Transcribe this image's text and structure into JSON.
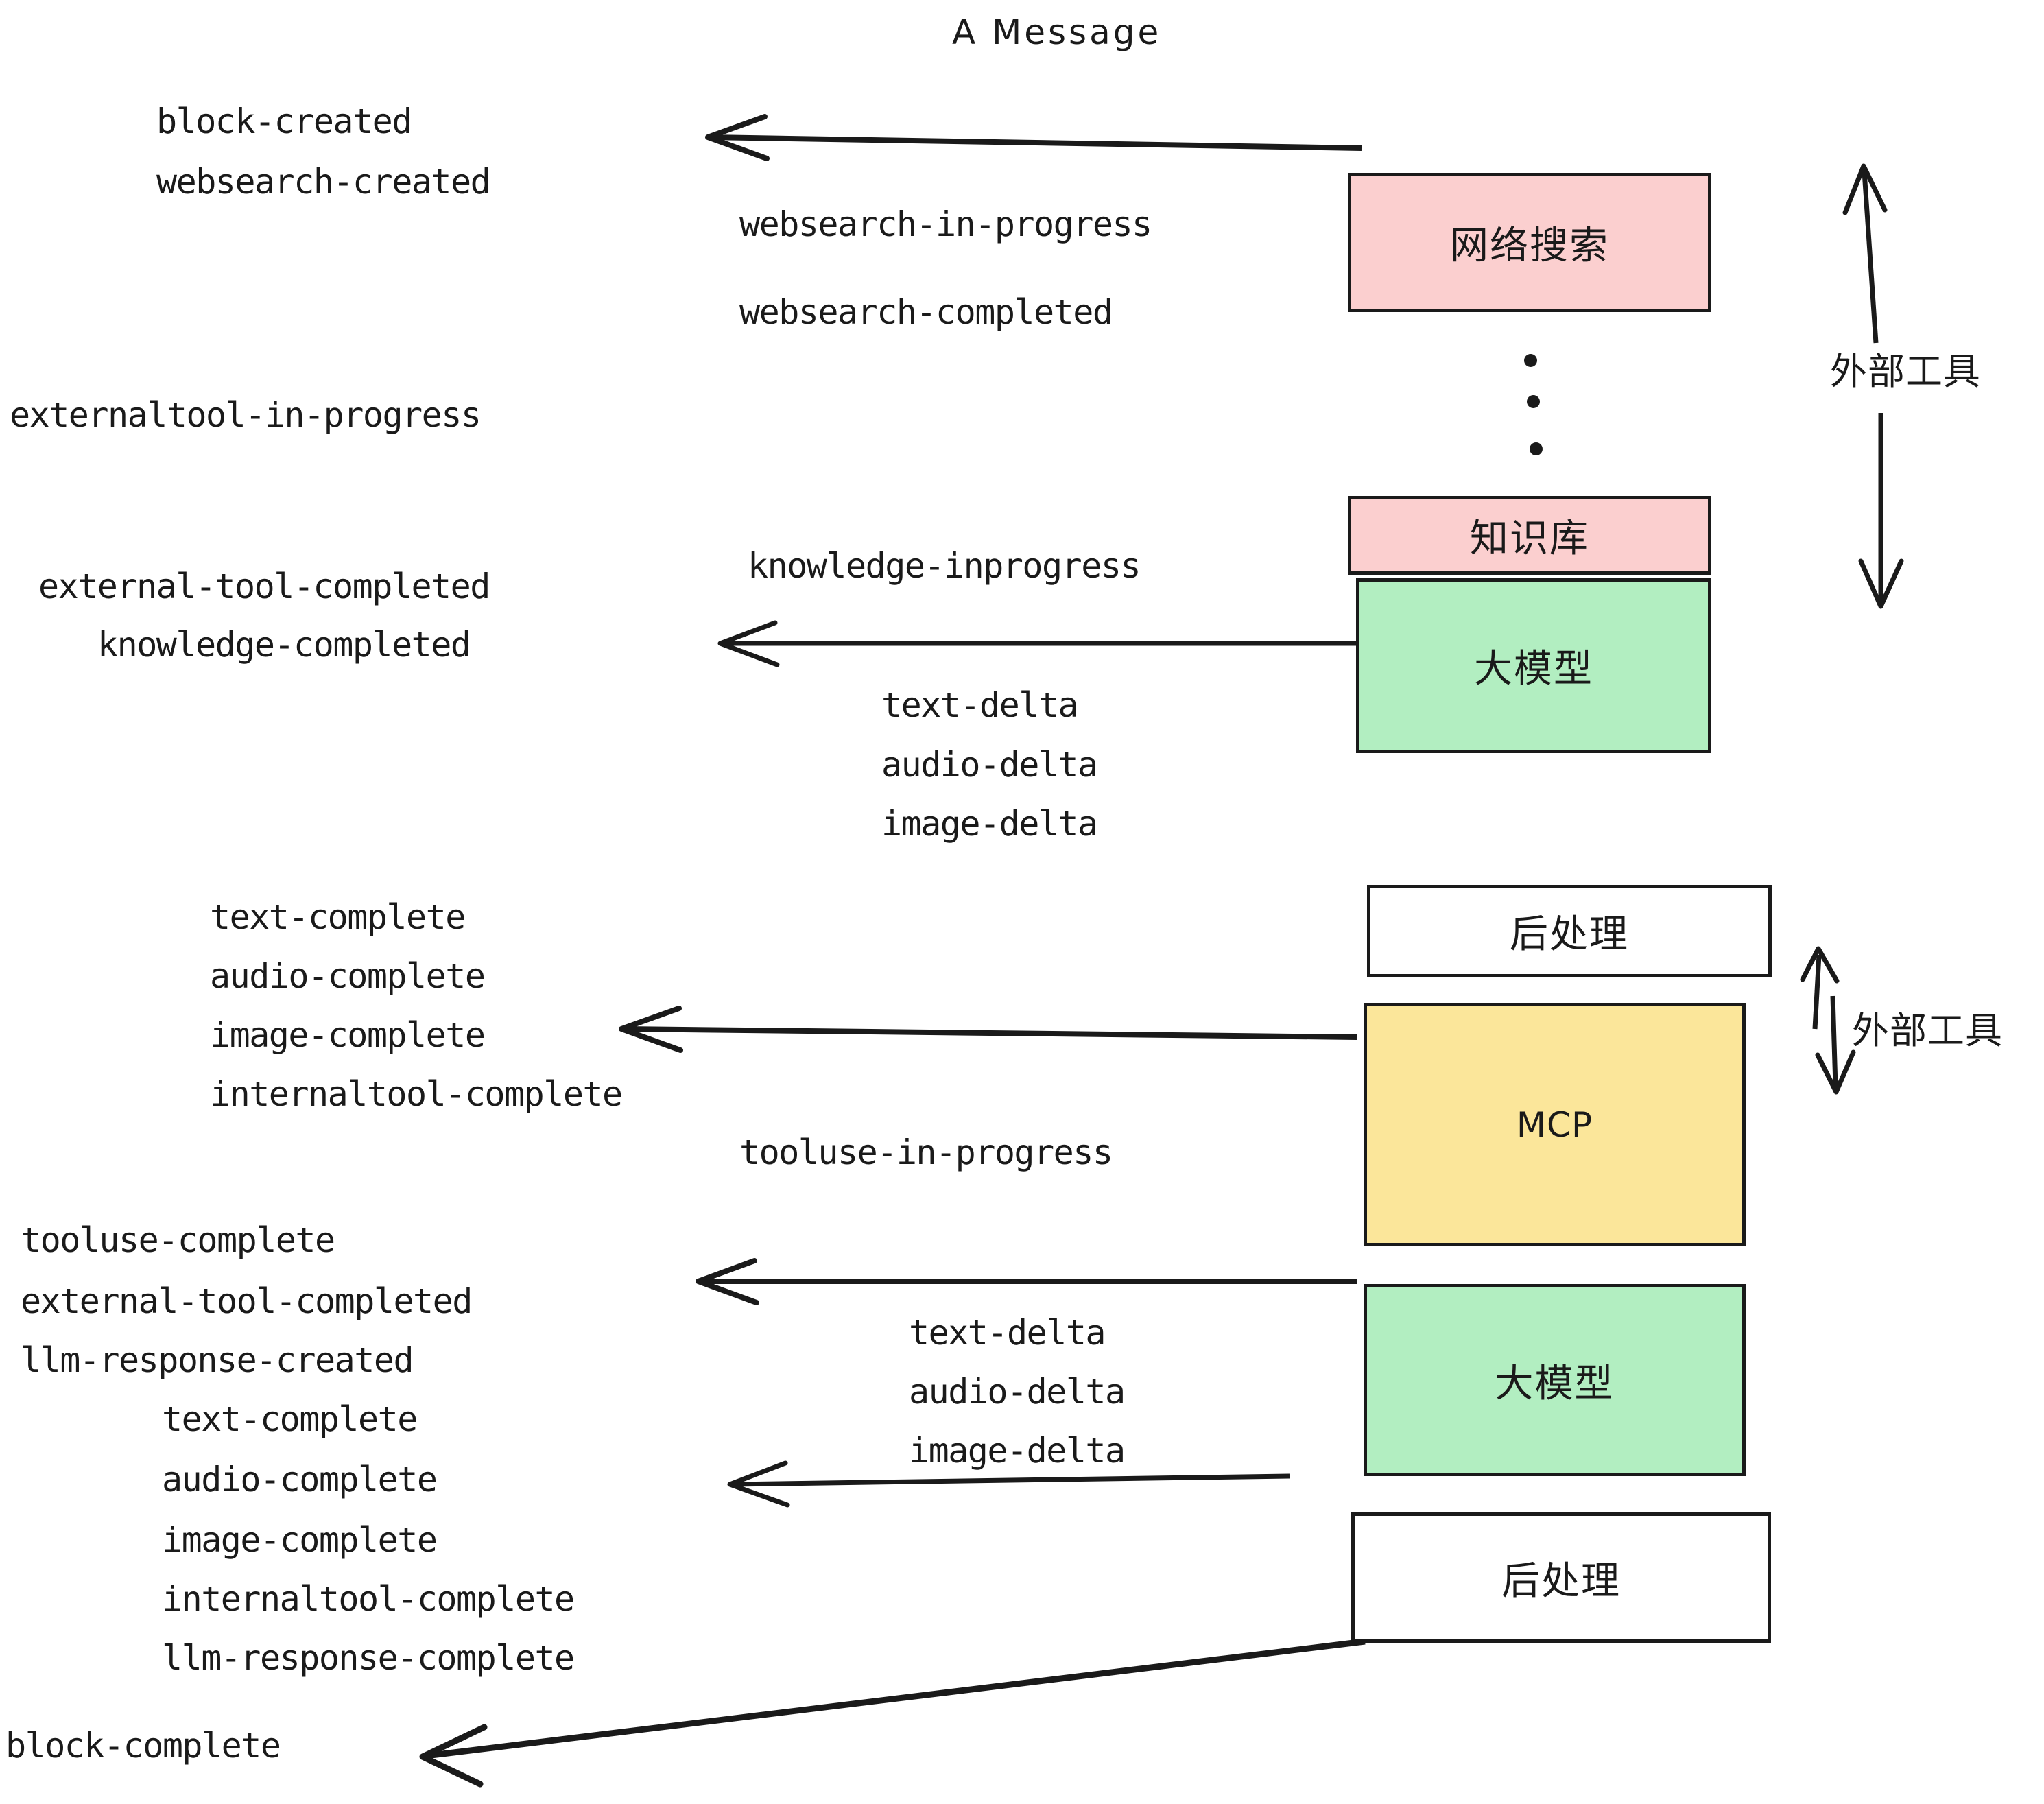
{
  "title": {
    "text": "A Message"
  },
  "nodes": [
    {
      "id": "websearch",
      "label": "网络搜索",
      "color": "#fbcfcf"
    },
    {
      "id": "knowledge",
      "label": "知识库",
      "color": "#fbcfcf"
    },
    {
      "id": "llm-top",
      "label": "大模型",
      "color": "#b2eec1"
    },
    {
      "id": "post-top",
      "label": "后处理",
      "color": "#ffffff"
    },
    {
      "id": "mcp",
      "label": "MCP",
      "color": "#fbe69a"
    },
    {
      "id": "llm-bottom",
      "label": "大模型",
      "color": "#b2eec1"
    },
    {
      "id": "post-bottom",
      "label": "后处理",
      "color": "#ffffff"
    }
  ],
  "side_labels": [
    {
      "id": "external-tools-top",
      "text": "外部工具"
    },
    {
      "id": "external-tools-bottom",
      "text": "外部工具"
    }
  ],
  "events": {
    "block_created": "block-created",
    "websearch_created": "websearch-created",
    "websearch_in_progress": "websearch-in-progress",
    "websearch_completed": "websearch-completed",
    "externaltool_in_progress": "externaltool-in-progress",
    "knowledge_inprogress": "knowledge-inprogress",
    "external_tool_completed_1": "external-tool-completed",
    "knowledge_completed": "knowledge-completed",
    "text_delta_1": "text-delta",
    "audio_delta_1": "audio-delta",
    "image_delta_1": "image-delta",
    "text_complete_1": "text-complete",
    "audio_complete_1": "audio-complete",
    "image_complete_1": "image-complete",
    "internaltool_complete_1": "internaltool-complete",
    "tooluse_in_progress": "tooluse-in-progress",
    "tooluse_complete": "tooluse-complete",
    "external_tool_completed_2": "external-tool-completed",
    "llm_response_created": "llm-response-created",
    "text_delta_2": "text-delta",
    "audio_delta_2": "audio-delta",
    "image_delta_2": "image-delta",
    "text_complete_2": "text-complete",
    "audio_complete_2": "audio-complete",
    "image_complete_2": "image-complete",
    "internaltool_complete_2": "internaltool-complete",
    "llm_response_complete": "llm-response-complete",
    "block_complete": "block-complete"
  },
  "colors": {
    "ink": "#1a1a1a",
    "pink": "#fbcfcf",
    "green": "#b2eec1",
    "amber": "#fbe69a",
    "white": "#ffffff"
  }
}
